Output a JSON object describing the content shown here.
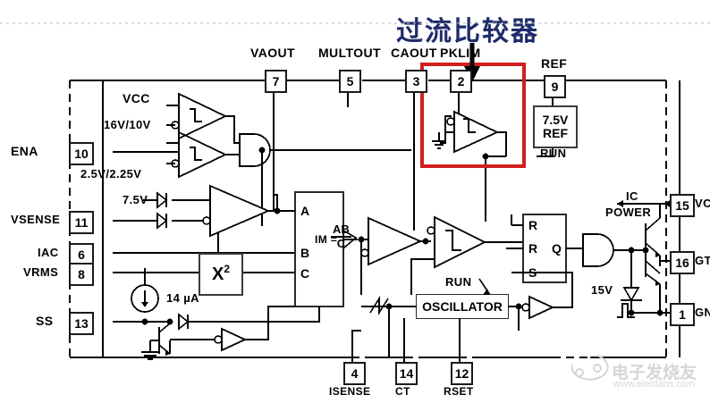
{
  "figure": {
    "kind": "ic-block-diagram",
    "annotation_title": "过流比较器",
    "annotation_color": "#1f2b6b",
    "highlight_color": "#d11f1f",
    "background": "#ffffff",
    "line_color": "#000000"
  },
  "top_pins": [
    {
      "label": "VAOUT",
      "number": "7"
    },
    {
      "label": "MULTOUT",
      "number": "5"
    },
    {
      "label": "CAOUT",
      "number": "3"
    },
    {
      "label": "PKLIM",
      "number": "2"
    },
    {
      "label": "REF",
      "number": "9"
    }
  ],
  "left_pins": [
    {
      "label": "ENA",
      "number": "10"
    },
    {
      "label": "VSENSE",
      "number": "11"
    },
    {
      "label": "IAC",
      "number": "6"
    },
    {
      "label": "VRMS",
      "number": "8"
    },
    {
      "label": "SS",
      "number": "13"
    }
  ],
  "bottom_pins": [
    {
      "label": "ISENSE",
      "number": "4"
    },
    {
      "label": "CT",
      "number": "14"
    },
    {
      "label": "RSET",
      "number": "12"
    }
  ],
  "right_pins": [
    {
      "label": "VCC",
      "number": "15"
    },
    {
      "label": "GTI",
      "number": "16"
    },
    {
      "label": "GND",
      "number": "1"
    }
  ],
  "blocks": [
    {
      "name": "reference",
      "line1": "7.5V",
      "line2": "REF"
    },
    {
      "name": "oscillator",
      "line1": "OSCILLATOR",
      "line2": ""
    },
    {
      "name": "multiplier",
      "line1": "IM =",
      "line2": "AB / C"
    },
    {
      "name": "squarer",
      "line1": "X",
      "line2": "2"
    }
  ],
  "inline_labels": [
    {
      "name": "vcc-rail",
      "text": "VCC"
    },
    {
      "name": "uvlo-threshold",
      "text": "16V/10V"
    },
    {
      "name": "ena-threshold",
      "text": "2.5V/2.25V"
    },
    {
      "name": "clamp-voltage",
      "text": "7.5V"
    },
    {
      "name": "bias-current",
      "text": "14 µA"
    },
    {
      "name": "run-reference",
      "text": "RUN"
    },
    {
      "name": "run-oscillator",
      "text": "RUN"
    },
    {
      "name": "ic-power",
      "text": "IC"
    },
    {
      "name": "ic-power-2",
      "text": "POWER"
    },
    {
      "name": "zener-voltage",
      "text": "15V"
    }
  ],
  "multiplier_inputs": [
    "A",
    "B",
    "C"
  ],
  "flipflop": {
    "inputs": [
      "R",
      "R",
      "S"
    ],
    "output": "Q"
  },
  "watermark": {
    "text": "电子发烧友",
    "url": "www.elecfans.com"
  }
}
